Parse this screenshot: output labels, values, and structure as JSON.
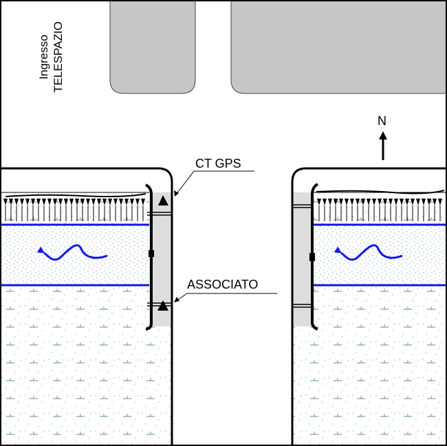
{
  "labels": {
    "entrance_line1": "Ingresso",
    "entrance_line2": "TELESPAZIO",
    "ct_gps": "CT GPS",
    "associato": "ASSOCIATO",
    "north": "N"
  },
  "colors": {
    "building": "#c6c6c6",
    "lane": "#dddddd",
    "water": "#1414e6",
    "dots": "#5a8fb4",
    "grass": "#2e7d4f",
    "outline": "#000000"
  }
}
